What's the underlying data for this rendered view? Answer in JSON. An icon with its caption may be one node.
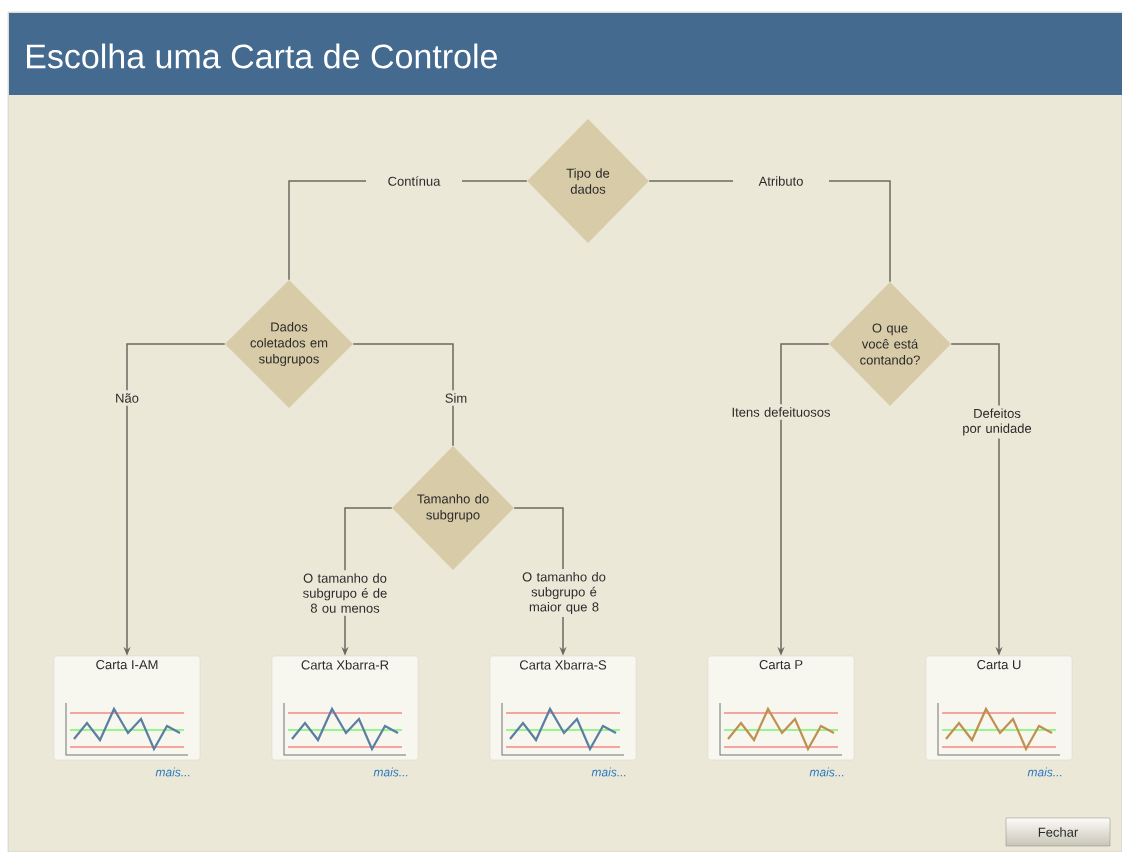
{
  "diagram": {
    "title": "Escolha uma Carta de Controle",
    "nodes": [
      {
        "text": [
          "Tipo de dados"
        ]
      },
      {
        "text": [
          "Dados coletados em subgrupos"
        ]
      },
      {
        "text": [
          "O que você está contando?"
        ]
      },
      {
        "text": [
          "Tamanho do subgrupo"
        ]
      },
      {
        "text": [
          "Carta I-AM"
        ],
        "beside": [
          "mais..."
        ]
      },
      {
        "text": [
          "Carta Xbarra-R"
        ],
        "beside": [
          "mais..."
        ]
      },
      {
        "text": [
          "Carta Xbarra-S"
        ],
        "beside": [
          "mais..."
        ]
      },
      {
        "text": [
          "Carta P"
        ],
        "beside": [
          "mais..."
        ]
      },
      {
        "text": [
          "Carta U"
        ],
        "beside": [
          "mais..."
        ]
      },
      {
        "text": [
          "Fechar"
        ]
      }
    ],
    "edges": [
      {
        "from": 0,
        "to": 1,
        "arrow": "none",
        "label": "Contínua"
      },
      {
        "from": 0,
        "to": 2,
        "arrow": "none",
        "label": "Atributo"
      },
      {
        "from": 1,
        "to": 4,
        "arrow": "to",
        "label": "Não"
      },
      {
        "from": 1,
        "to": 3,
        "arrow": "none",
        "label": "Sim"
      },
      {
        "from": 3,
        "to": 5,
        "arrow": "to",
        "label": "O tamanho do subgrupo é de 8 ou menos"
      },
      {
        "from": 3,
        "to": 6,
        "arrow": "to",
        "label": "O tamanho do subgrupo é maior que 8"
      },
      {
        "from": 2,
        "to": 7,
        "arrow": "to",
        "label": "Itens defeituosos"
      },
      {
        "from": 2,
        "to": 8,
        "arrow": "to",
        "label": "Defeitos por unidade"
      }
    ]
  }
}
